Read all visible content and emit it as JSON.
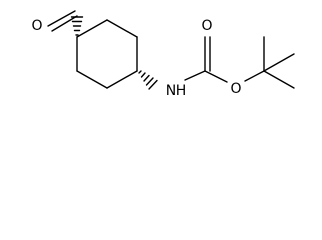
{
  "molecule": {
    "atoms": {
      "oxygen_aldehyde": "O",
      "nitrogen": "N",
      "hydrogen": "H",
      "oxygen_carbonyl": "O",
      "oxygen_ester": "O"
    },
    "colors": {
      "bond": "#000000",
      "background": "#ffffff"
    }
  }
}
